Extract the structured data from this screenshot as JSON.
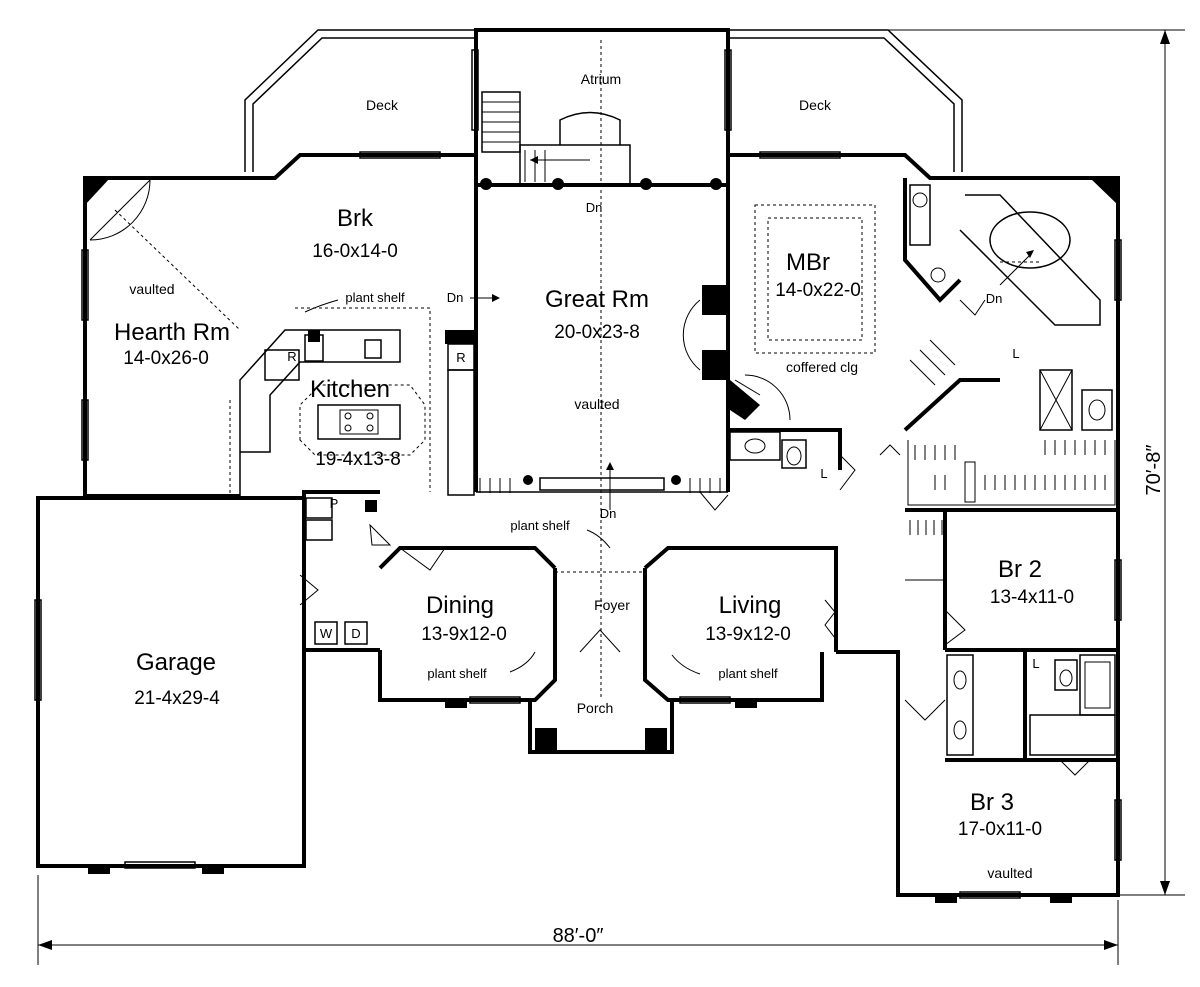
{
  "rooms": {
    "atrium": {
      "name": "Atrium"
    },
    "deck_left": {
      "name": "Deck"
    },
    "deck_right": {
      "name": "Deck"
    },
    "brk": {
      "name": "Brk",
      "dim": "16-0x14-0"
    },
    "hearth": {
      "name": "Hearth Rm",
      "dim": "14-0x26-0",
      "note": "vaulted"
    },
    "kitchen": {
      "name": "Kitchen",
      "dim": "19-4x13-8"
    },
    "great": {
      "name": "Great Rm",
      "dim": "20-0x23-8",
      "note": "vaulted"
    },
    "mbr": {
      "name": "MBr",
      "dim": "14-0x22-0",
      "note": "coffered clg"
    },
    "br2": {
      "name": "Br 2",
      "dim": "13-4x11-0"
    },
    "br3": {
      "name": "Br 3",
      "dim": "17-0x11-0",
      "note": "vaulted"
    },
    "garage": {
      "name": "Garage",
      "dim": "21-4x29-4"
    },
    "dining": {
      "name": "Dining",
      "dim": "13-9x12-0"
    },
    "living": {
      "name": "Living",
      "dim": "13-9x12-0"
    },
    "foyer": {
      "name": "Foyer"
    },
    "porch": {
      "name": "Porch"
    }
  },
  "labels": {
    "plant_shelf": "plant shelf",
    "dn": "Dn",
    "pantry": "P",
    "laundry": "L",
    "refrigerator": "R",
    "washer": "W",
    "dryer": "D"
  },
  "dimensions": {
    "width": "88′-0″",
    "depth": "70′-8″"
  }
}
